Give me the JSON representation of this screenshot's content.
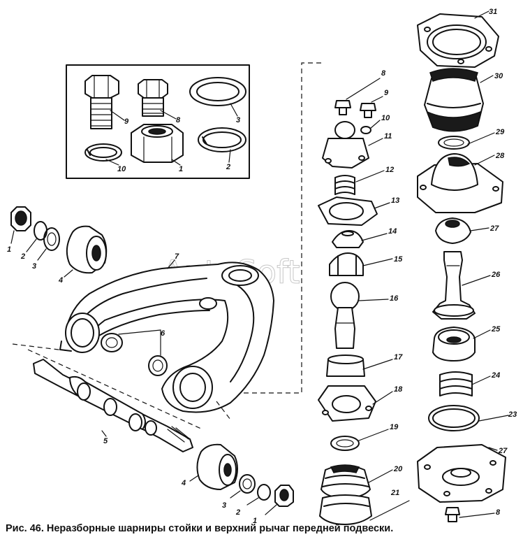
{
  "caption": "Рис. 46. Неразборные шарниры стойки и верхний рычаг передней подвески.",
  "watermark": "AutoSoft",
  "callouts": {
    "c1": "9",
    "c2": "8",
    "c3": "3",
    "c4": "10",
    "c5": "1",
    "c6": "2",
    "c7": "1",
    "c8": "2",
    "c9": "3",
    "c10": "4",
    "c11": "7",
    "c12": "6",
    "c13": "5",
    "c14": "4",
    "c15": "3",
    "c16": "2",
    "c17": "1",
    "c18": "8",
    "c19": "9",
    "c20": "10",
    "c21": "11",
    "c22": "12",
    "c23": "13",
    "c24": "14",
    "c25": "15",
    "c26": "16",
    "c27": "17",
    "c28": "18",
    "c29": "19",
    "c30": "20",
    "c31": "21",
    "c32": "31",
    "c33": "30",
    "c34": "29",
    "c35": "28",
    "c36": "27",
    "c37": "26",
    "c38": "25",
    "c39": "24",
    "c40": "23",
    "c41": "27",
    "c42": "8"
  }
}
